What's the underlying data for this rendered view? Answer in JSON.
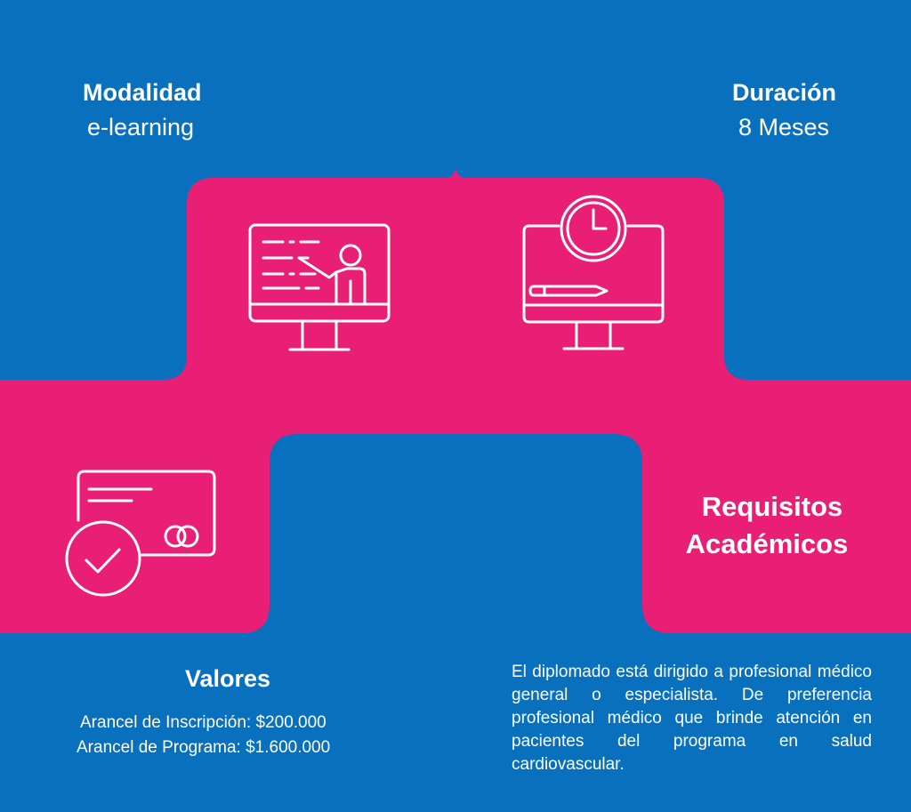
{
  "colors": {
    "background": "#0970BE",
    "accent": "#E91F76",
    "text": "#FFFFFF"
  },
  "modalidad": {
    "title": "Modalidad",
    "value": "e-learning",
    "icon": "online-teacher-monitor-icon"
  },
  "duracion": {
    "title": "Duración",
    "value": "8 Meses",
    "icon": "monitor-clock-pencil-icon"
  },
  "valores": {
    "title": "Valores",
    "icon": "credit-card-check-icon",
    "lines": [
      "Arancel de Inscripción: $200.000",
      "Arancel de Programa: $1.600.000"
    ]
  },
  "requisitos": {
    "title_lines": [
      "Requisitos",
      "Académicos"
    ],
    "text": "El diplomado está dirigido a profesional médico general o especialista. De preferencia profesional médico que brinde atención en pacientes del programa en salud cardiovascular."
  }
}
